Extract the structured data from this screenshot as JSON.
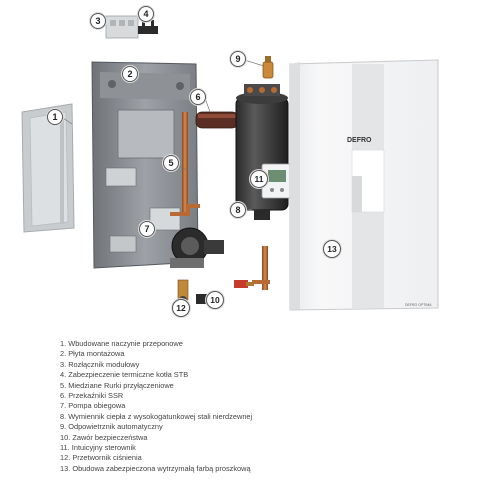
{
  "brand": "DEFRO",
  "housing_label": "DEFRO OPTIMA",
  "callouts": [
    "1",
    "2",
    "3",
    "4",
    "5",
    "6",
    "7",
    "8",
    "9",
    "10",
    "11",
    "12",
    "13"
  ],
  "legend": [
    "1. Wbudowane naczynie przeponowe",
    "2. Płyta montażowa",
    "3. Rozłącznik modułowy",
    "4. Zabezpieczenie termiczne kotła STB",
    "5. Miedziane Rurki przyłączeniowe",
    "6. Przekaźniki SSR",
    "7. Pompa obiegowa",
    "8. Wymiennik ciepła z wysokogatunkowej stali nierdzewnej",
    "9. Odpowietrznik automatyczny",
    "10. Zawór bezpieczeństwa",
    "11. Intuicyjny sterownik",
    "12. Przetwornik ciśnienia",
    "13. Obudowa zabezpieczona wytrzymałą farbą proszkową"
  ]
}
